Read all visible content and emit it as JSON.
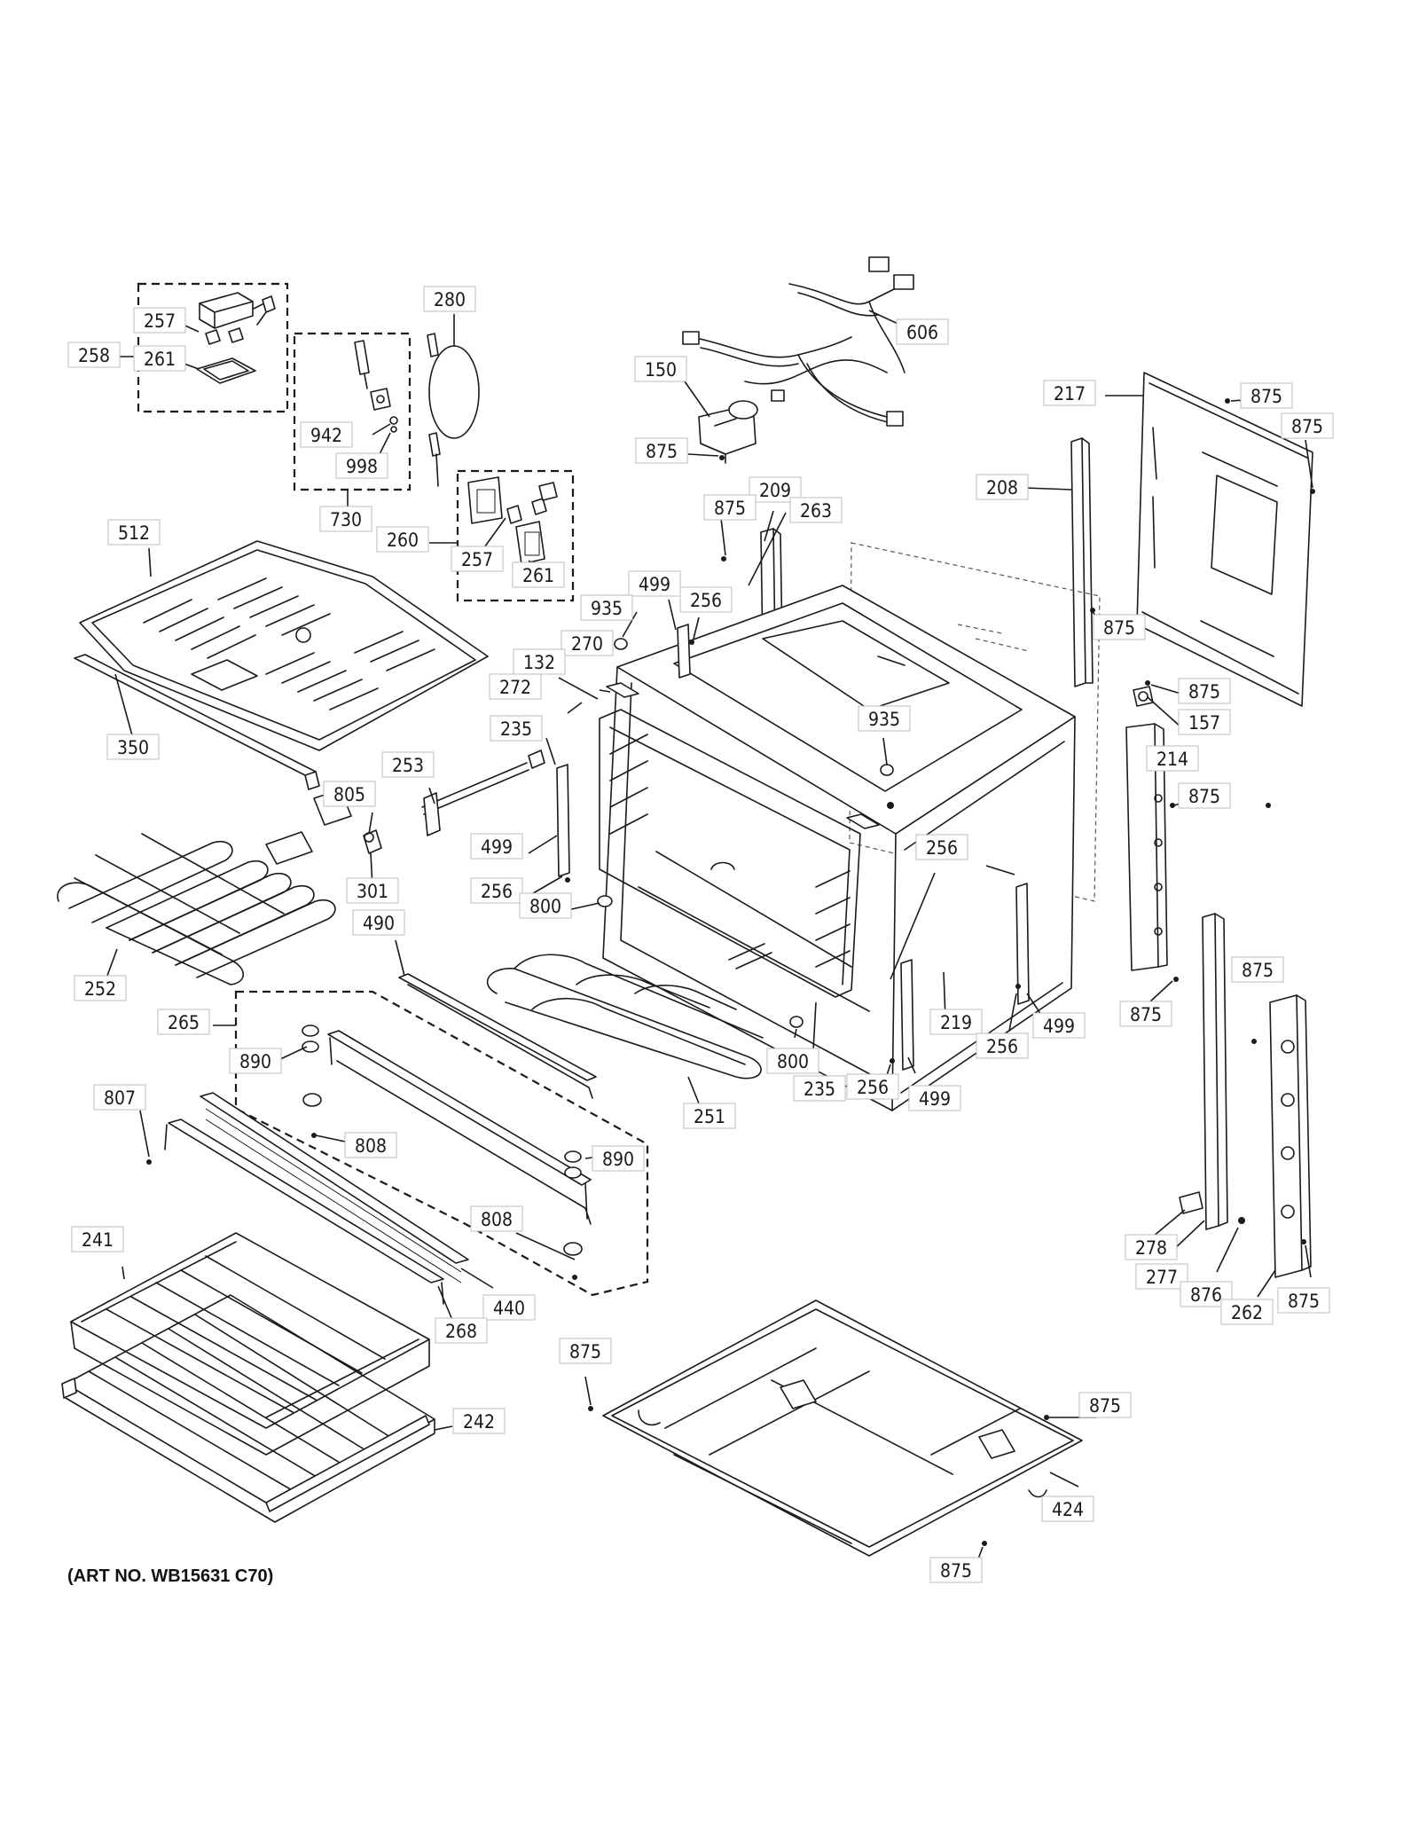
{
  "art_number": "(ART NO. WB15631 C70)",
  "callouts": [
    {
      "id": "c-257a",
      "text": "257"
    },
    {
      "id": "c-258",
      "text": "258"
    },
    {
      "id": "c-261a",
      "text": "261"
    },
    {
      "id": "c-280",
      "text": "280"
    },
    {
      "id": "c-942",
      "text": "942"
    },
    {
      "id": "c-998",
      "text": "998"
    },
    {
      "id": "c-730",
      "text": "730"
    },
    {
      "id": "c-260",
      "text": "260"
    },
    {
      "id": "c-257b",
      "text": "257"
    },
    {
      "id": "c-261b",
      "text": "261"
    },
    {
      "id": "c-606",
      "text": "606"
    },
    {
      "id": "c-150",
      "text": "150"
    },
    {
      "id": "c-875a",
      "text": "875"
    },
    {
      "id": "c-217",
      "text": "217"
    },
    {
      "id": "c-875b",
      "text": "875"
    },
    {
      "id": "c-875c",
      "text": "875"
    },
    {
      "id": "c-208",
      "text": "208"
    },
    {
      "id": "c-875d",
      "text": "875"
    },
    {
      "id": "c-209",
      "text": "209"
    },
    {
      "id": "c-263",
      "text": "263"
    },
    {
      "id": "c-512",
      "text": "512"
    },
    {
      "id": "c-499a",
      "text": "499"
    },
    {
      "id": "c-256a",
      "text": "256"
    },
    {
      "id": "c-935a",
      "text": "935"
    },
    {
      "id": "c-875e",
      "text": "875"
    },
    {
      "id": "c-270",
      "text": "270"
    },
    {
      "id": "c-132",
      "text": "132"
    },
    {
      "id": "c-272",
      "text": "272"
    },
    {
      "id": "c-875f",
      "text": "875"
    },
    {
      "id": "c-157",
      "text": "157"
    },
    {
      "id": "c-350",
      "text": "350"
    },
    {
      "id": "c-235a",
      "text": "235"
    },
    {
      "id": "c-935b",
      "text": "935"
    },
    {
      "id": "c-214",
      "text": "214"
    },
    {
      "id": "c-253",
      "text": "253"
    },
    {
      "id": "c-875g",
      "text": "875"
    },
    {
      "id": "c-805",
      "text": "805"
    },
    {
      "id": "c-499b",
      "text": "499"
    },
    {
      "id": "c-256b",
      "text": "256"
    },
    {
      "id": "c-301",
      "text": "301"
    },
    {
      "id": "c-256c",
      "text": "256"
    },
    {
      "id": "c-800a",
      "text": "800"
    },
    {
      "id": "c-490",
      "text": "490"
    },
    {
      "id": "c-252",
      "text": "252"
    },
    {
      "id": "c-875h",
      "text": "875"
    },
    {
      "id": "c-219",
      "text": "219"
    },
    {
      "id": "c-265",
      "text": "265"
    },
    {
      "id": "c-875i",
      "text": "875"
    },
    {
      "id": "c-256d",
      "text": "256"
    },
    {
      "id": "c-499c",
      "text": "499"
    },
    {
      "id": "c-890a",
      "text": "890"
    },
    {
      "id": "c-800b",
      "text": "800"
    },
    {
      "id": "c-235b",
      "text": "235"
    },
    {
      "id": "c-256e",
      "text": "256"
    },
    {
      "id": "c-499d",
      "text": "499"
    },
    {
      "id": "c-807",
      "text": "807"
    },
    {
      "id": "c-251",
      "text": "251"
    },
    {
      "id": "c-808a",
      "text": "808"
    },
    {
      "id": "c-890b",
      "text": "890"
    },
    {
      "id": "c-808b",
      "text": "808"
    },
    {
      "id": "c-241",
      "text": "241"
    },
    {
      "id": "c-278",
      "text": "278"
    },
    {
      "id": "c-440",
      "text": "440"
    },
    {
      "id": "c-268",
      "text": "268"
    },
    {
      "id": "c-277",
      "text": "277"
    },
    {
      "id": "c-876",
      "text": "876"
    },
    {
      "id": "c-262",
      "text": "262"
    },
    {
      "id": "c-875j",
      "text": "875"
    },
    {
      "id": "c-875k",
      "text": "875"
    },
    {
      "id": "c-875l",
      "text": "875"
    },
    {
      "id": "c-242",
      "text": "242"
    },
    {
      "id": "c-424",
      "text": "424"
    },
    {
      "id": "c-875m",
      "text": "875"
    }
  ]
}
